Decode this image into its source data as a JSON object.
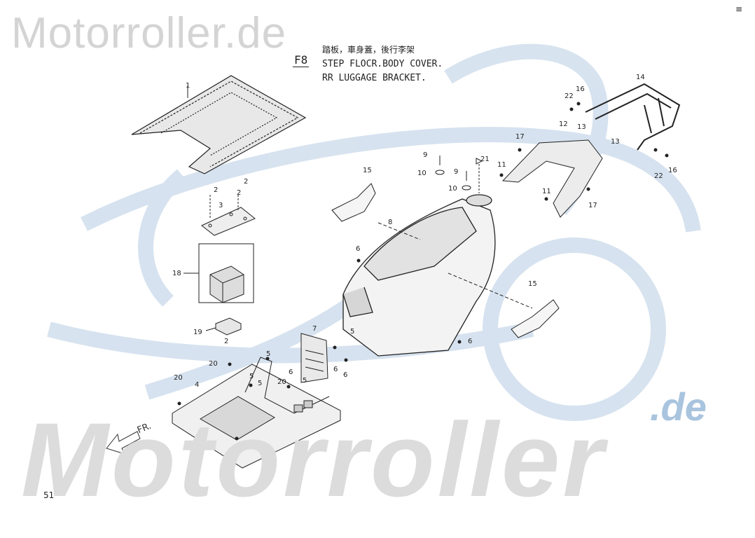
{
  "watermark": {
    "top": "Motorroller.de",
    "bottom": "Motorroller",
    "suffix": ".de"
  },
  "figure": {
    "code": "F8",
    "title_cn": "踏板，車身蓋，後行李架",
    "title_line1": "STEP FLOCR.BODY COVER.",
    "title_line2": "RR LUGGAGE BRACKET."
  },
  "direction_label": "FR.",
  "page_number": "51",
  "corner_mark": "≡",
  "callouts": [
    {
      "id": "c1",
      "text": "1"
    },
    {
      "id": "c2a",
      "text": "2"
    },
    {
      "id": "c2b",
      "text": "2"
    },
    {
      "id": "c2c",
      "text": "2"
    },
    {
      "id": "c3",
      "text": "3"
    },
    {
      "id": "c18",
      "text": "18"
    },
    {
      "id": "c19",
      "text": "19"
    },
    {
      "id": "c2d",
      "text": "2"
    },
    {
      "id": "c20a",
      "text": "20"
    },
    {
      "id": "c4",
      "text": "4"
    },
    {
      "id": "c20b",
      "text": "20"
    },
    {
      "id": "c20c",
      "text": "20"
    },
    {
      "id": "c5a",
      "text": "5"
    },
    {
      "id": "c5b",
      "text": "5"
    },
    {
      "id": "c5c",
      "text": "5"
    },
    {
      "id": "c5d",
      "text": "5"
    },
    {
      "id": "c6a",
      "text": "6"
    },
    {
      "id": "c6b",
      "text": "6"
    },
    {
      "id": "c6c",
      "text": "6"
    },
    {
      "id": "c6d",
      "text": "6"
    },
    {
      "id": "c6e",
      "text": "6"
    },
    {
      "id": "c7",
      "text": "7"
    },
    {
      "id": "c8",
      "text": "8"
    },
    {
      "id": "c9a",
      "text": "9"
    },
    {
      "id": "c9b",
      "text": "9"
    },
    {
      "id": "c10a",
      "text": "10"
    },
    {
      "id": "c10b",
      "text": "10"
    },
    {
      "id": "c21",
      "text": "21"
    },
    {
      "id": "c15a",
      "text": "15"
    },
    {
      "id": "c15b",
      "text": "15"
    },
    {
      "id": "c11a",
      "text": "11"
    },
    {
      "id": "c11b",
      "text": "11"
    },
    {
      "id": "c12",
      "text": "12"
    },
    {
      "id": "c13a",
      "text": "13"
    },
    {
      "id": "c13b",
      "text": "13"
    },
    {
      "id": "c14",
      "text": "14"
    },
    {
      "id": "c16a",
      "text": "16"
    },
    {
      "id": "c16b",
      "text": "16"
    },
    {
      "id": "c17a",
      "text": "17"
    },
    {
      "id": "c17b",
      "text": "17"
    },
    {
      "id": "c22a",
      "text": "22"
    },
    {
      "id": "c22b",
      "text": "22"
    },
    {
      "id": "c5e",
      "text": "5"
    }
  ]
}
